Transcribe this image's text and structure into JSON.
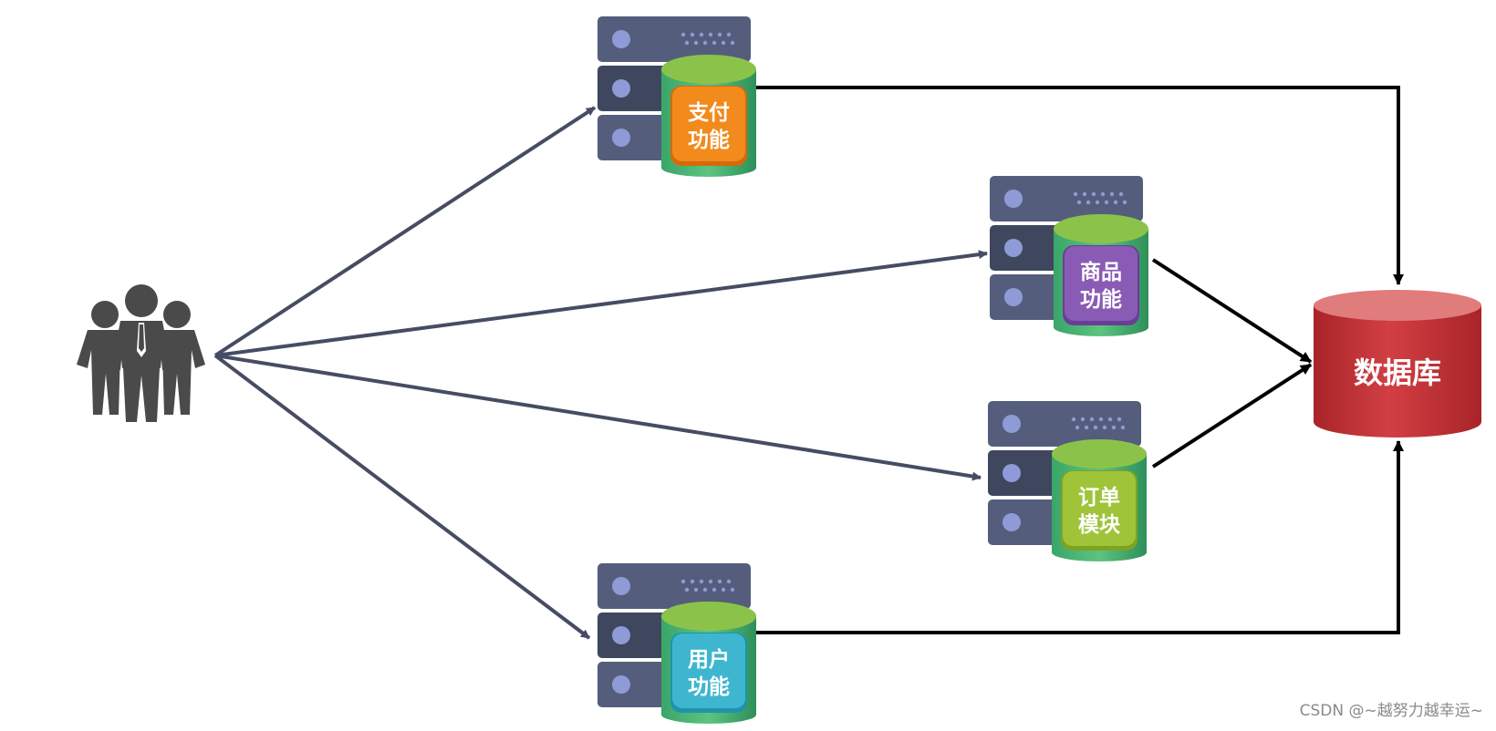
{
  "modules": [
    {
      "id": "payment",
      "line1": "支付",
      "line2": "功能",
      "color": "#f28a1c",
      "color_dark": "#d66a0a"
    },
    {
      "id": "goods",
      "line1": "商品",
      "line2": "功能",
      "color": "#8a5bb5",
      "color_dark": "#6a3d96"
    },
    {
      "id": "order",
      "line1": "订单",
      "line2": "模块",
      "color": "#9fc43a",
      "color_dark": "#7ea322"
    },
    {
      "id": "user",
      "line1": "用户",
      "line2": "功能",
      "color": "#3fb6cf",
      "color_dark": "#1f93ad"
    }
  ],
  "database": {
    "label": "数据库",
    "color": "#c8363a",
    "color_top": "#e07c7c"
  },
  "colors": {
    "server": "#545e7c",
    "server_dark": "#3f475f",
    "arrow_user": "#464c63",
    "arrow_db": "#000000",
    "people": "#4a4a4a"
  },
  "icons": {
    "users": "users-group-icon",
    "server": "server-rack-icon",
    "database": "database-cylinder-icon"
  },
  "watermark": "CSDN @~越努力越幸运~"
}
